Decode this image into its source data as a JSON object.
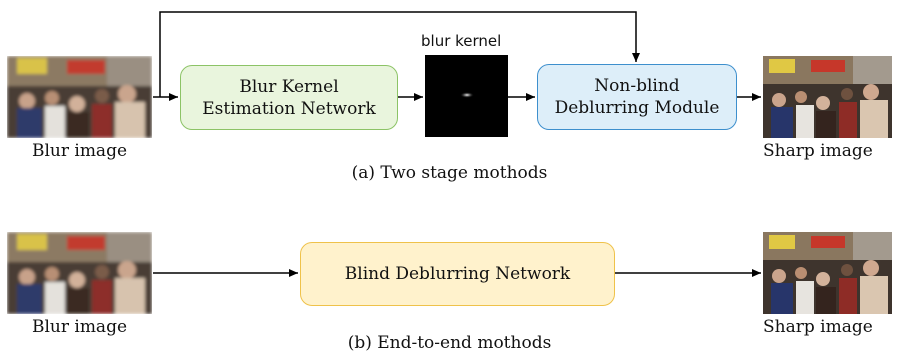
{
  "figure_a": {
    "input_label": "Blur image",
    "output_label": "Sharp image",
    "kernel_estimation_line1": "Blur Kernel",
    "kernel_estimation_line2": "Estimation Network",
    "kernel_label": "blur kernel",
    "non_blind_line1": "Non-blind",
    "non_blind_line2": "Deblurring Module",
    "caption": "(a) Two stage mothods"
  },
  "figure_b": {
    "input_label": "Blur image",
    "output_label": "Sharp image",
    "network_label": "Blind Deblurring Network",
    "caption": "(b) End-to-end mothods"
  },
  "colors": {
    "green_fill": "#e9f5dd",
    "green_border": "#8cc366",
    "blue_fill": "#ddeef9",
    "blue_border": "#3d8fcd",
    "yellow_fill": "#fff2cc",
    "yellow_border": "#efc24a",
    "arrow": "#000000"
  }
}
